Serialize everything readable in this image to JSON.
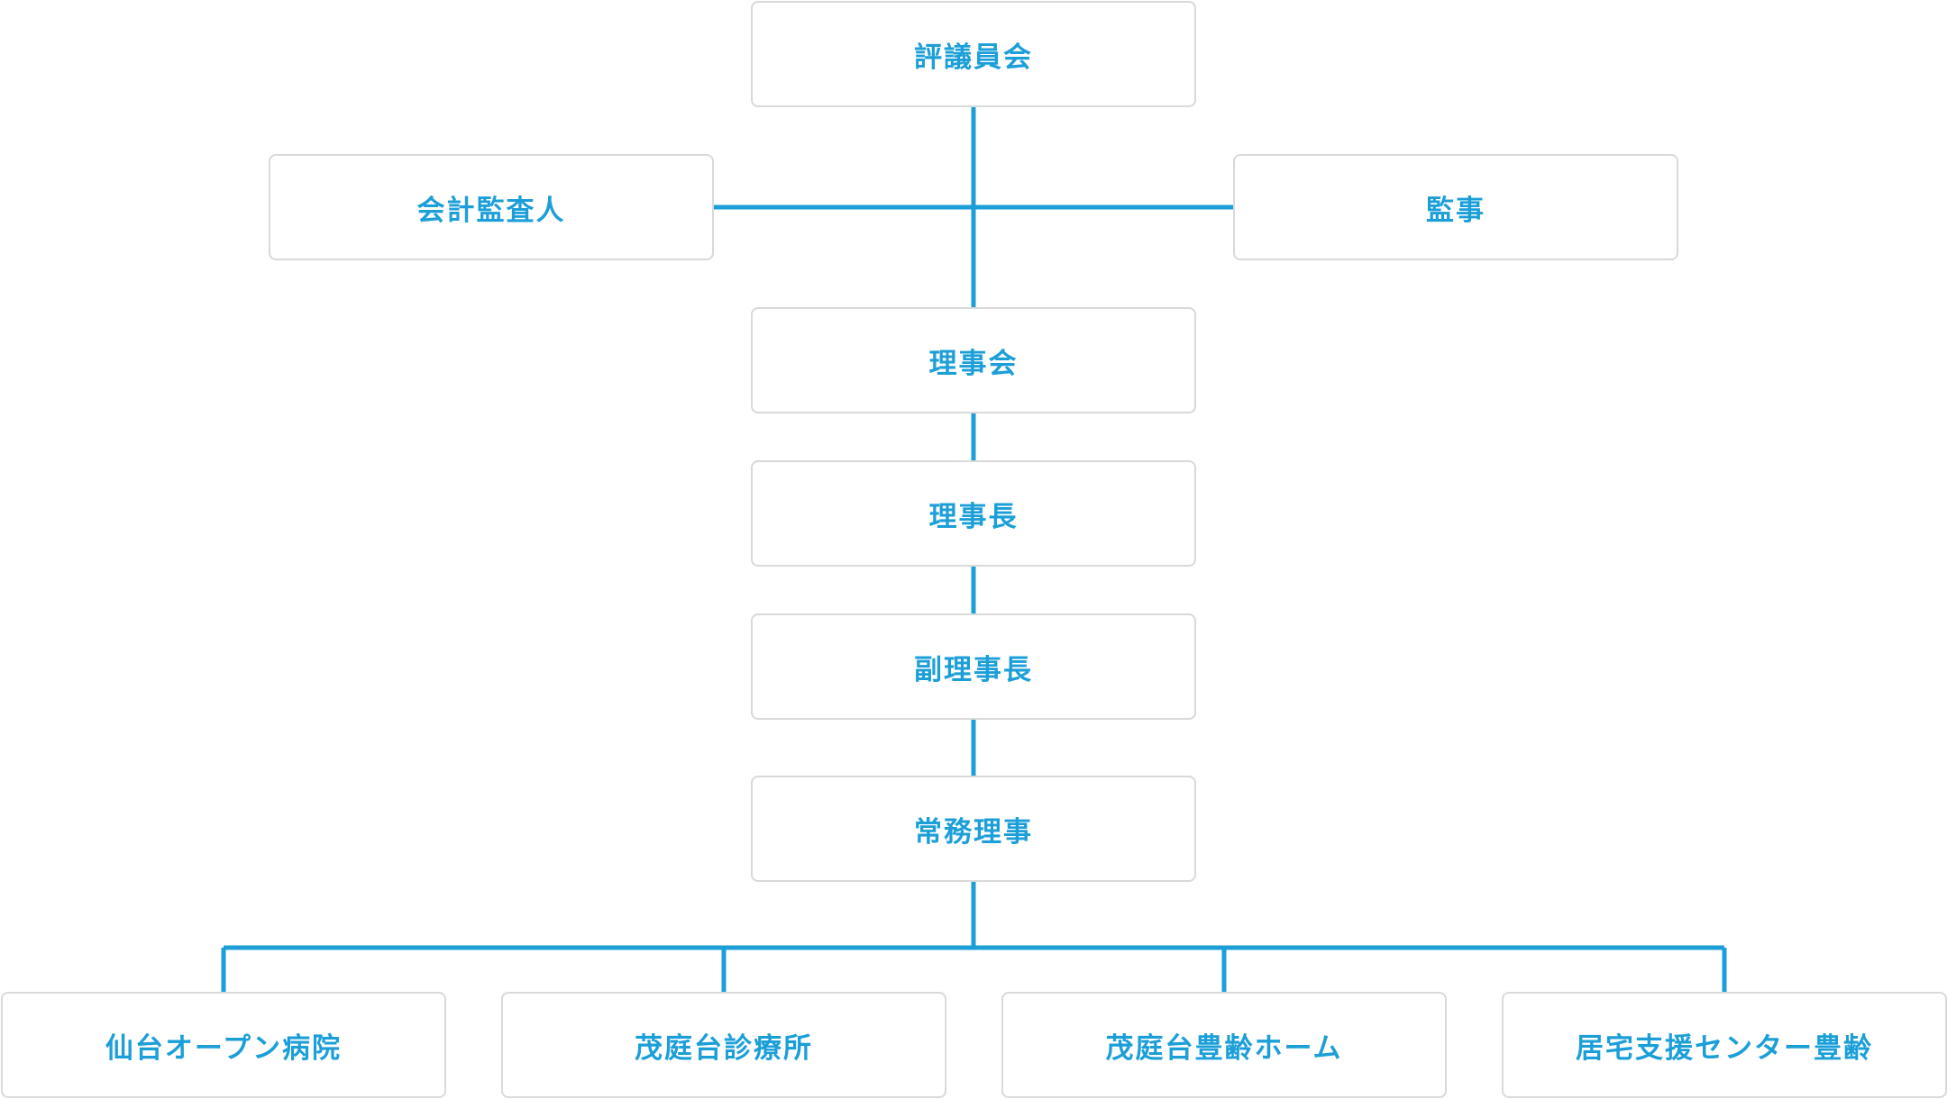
{
  "diagram": {
    "line_color": "#1c9fd8",
    "text_color": "#1c9fd8",
    "border_color": "#d9d9d9",
    "nodes": {
      "council": "評議員会",
      "accounting_auditor": "会計監査人",
      "auditor": "監事",
      "board": "理事会",
      "chairman": "理事長",
      "vice_chairman": "副理事長",
      "executive_director": "常務理事",
      "facilities": [
        "仙台オープン病院",
        "茂庭台診療所",
        "茂庭台豊齢ホーム",
        "居宅支援センター豊齢"
      ]
    }
  }
}
